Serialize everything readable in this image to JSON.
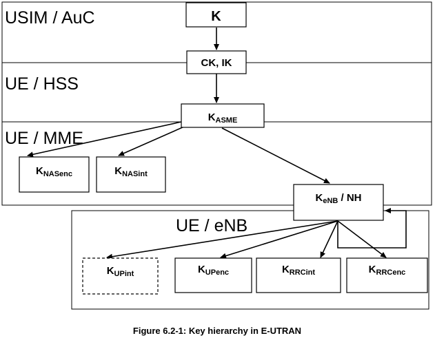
{
  "regions": {
    "usim_auc": "USIM / AuC",
    "ue_hss": "UE / HSS",
    "ue_mme": "UE / MME",
    "ue_enb": "UE / eNB"
  },
  "keys": {
    "k": {
      "main": "K",
      "sub": ""
    },
    "ck_ik": {
      "main": "CK, IK",
      "sub": ""
    },
    "kasme": {
      "main": "K",
      "sub": "ASME"
    },
    "knasenc": {
      "main": "K",
      "sub": "NASenc"
    },
    "knasint": {
      "main": "K",
      "sub": "NASint"
    },
    "kenb_nh": {
      "main": "K",
      "sub": "eNB",
      "suffix": " / NH"
    },
    "kupint": {
      "main": "K",
      "sub": "UPint"
    },
    "kupenc": {
      "main": "K",
      "sub": "UPenc"
    },
    "krrcint": {
      "main": "K",
      "sub": "RRCint"
    },
    "krrcenc": {
      "main": "K",
      "sub": "RRCenc"
    }
  },
  "caption": "Figure 6.2-1: Key hierarchy in E-UTRAN"
}
